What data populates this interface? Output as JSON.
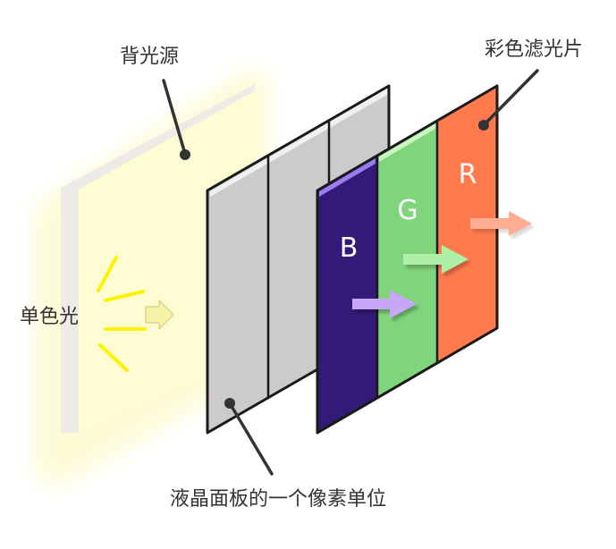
{
  "labels": {
    "backlight": "背光源",
    "color_filter": "彩色滤光片",
    "mono_light": "单色光",
    "lc_pixel": "液晶面板的一个像素单位"
  },
  "channels": {
    "b": "B",
    "g": "G",
    "r": "R"
  },
  "colors": {
    "backlight_glow": "#fdfbd6",
    "backlight_frame": "#ecebe6",
    "lc_panel": "#cbcbcb",
    "blue": "#331a78",
    "green": "#80d47c",
    "red": "#ff7a4d",
    "arrow_mono": "#f6f3a8",
    "arrow_blue": "#c7a8f7",
    "arrow_green": "#aef0a8",
    "arrow_red": "#ffad92",
    "rays": "#fff200",
    "pointer": "#333333"
  }
}
